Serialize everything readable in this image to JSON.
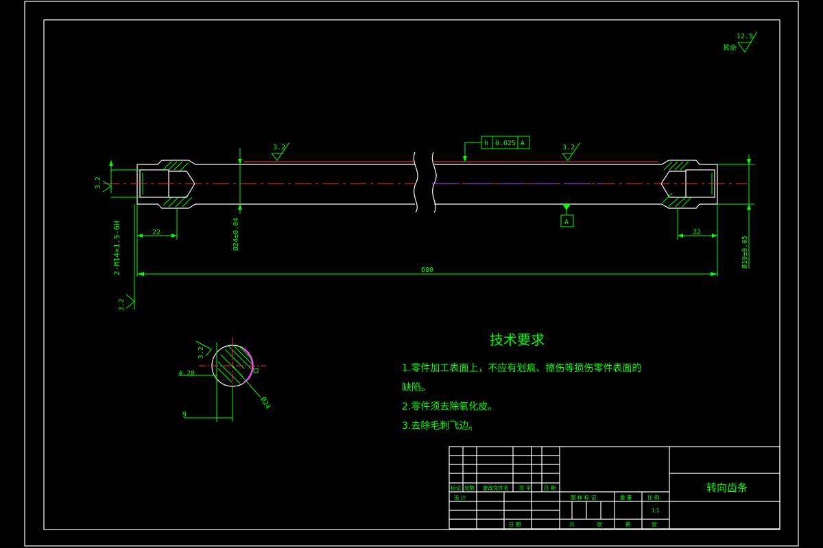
{
  "roughness": {
    "other_prefix": "其余",
    "other_value": "12.5",
    "left_end_top": "3.2",
    "top_middle_left": "3.2",
    "top_middle_right": "3.2",
    "left_bottom": "3.2",
    "section": "3.2"
  },
  "tolerance_frame": {
    "symbol": "h",
    "value": "0.025",
    "datum": "A"
  },
  "datum_label": "A",
  "dimensions": {
    "thread": "2-M14×1.5-6H",
    "left_len": "22",
    "right_len": "22",
    "total_len": "600",
    "dia_main": "Ø24±0.04",
    "dia_right": "Ø19±0.05",
    "section_depth": "4.28",
    "section_width": "9",
    "section_dia": "Ø24"
  },
  "tech_req": {
    "title": "技术要求",
    "lines": [
      "1.零件加工表面上，不应有划痕、擦伤等损伤零件表面的",
      "缺陷。",
      "2.零件须去除氧化皮。",
      "3.去除毛刺飞边。"
    ]
  },
  "title_block": {
    "part_name": "转向齿条",
    "scale": "1:1",
    "rev_labels": [
      "标记",
      "处数",
      "更改文件名",
      "签 字",
      "日 期"
    ],
    "design_label": "设 计",
    "date_label": "日 期",
    "stage_labels": [
      "图 样 标 记",
      "重 量",
      "比 例"
    ],
    "sheet_labels": [
      "共",
      "张",
      "第",
      "张"
    ]
  }
}
